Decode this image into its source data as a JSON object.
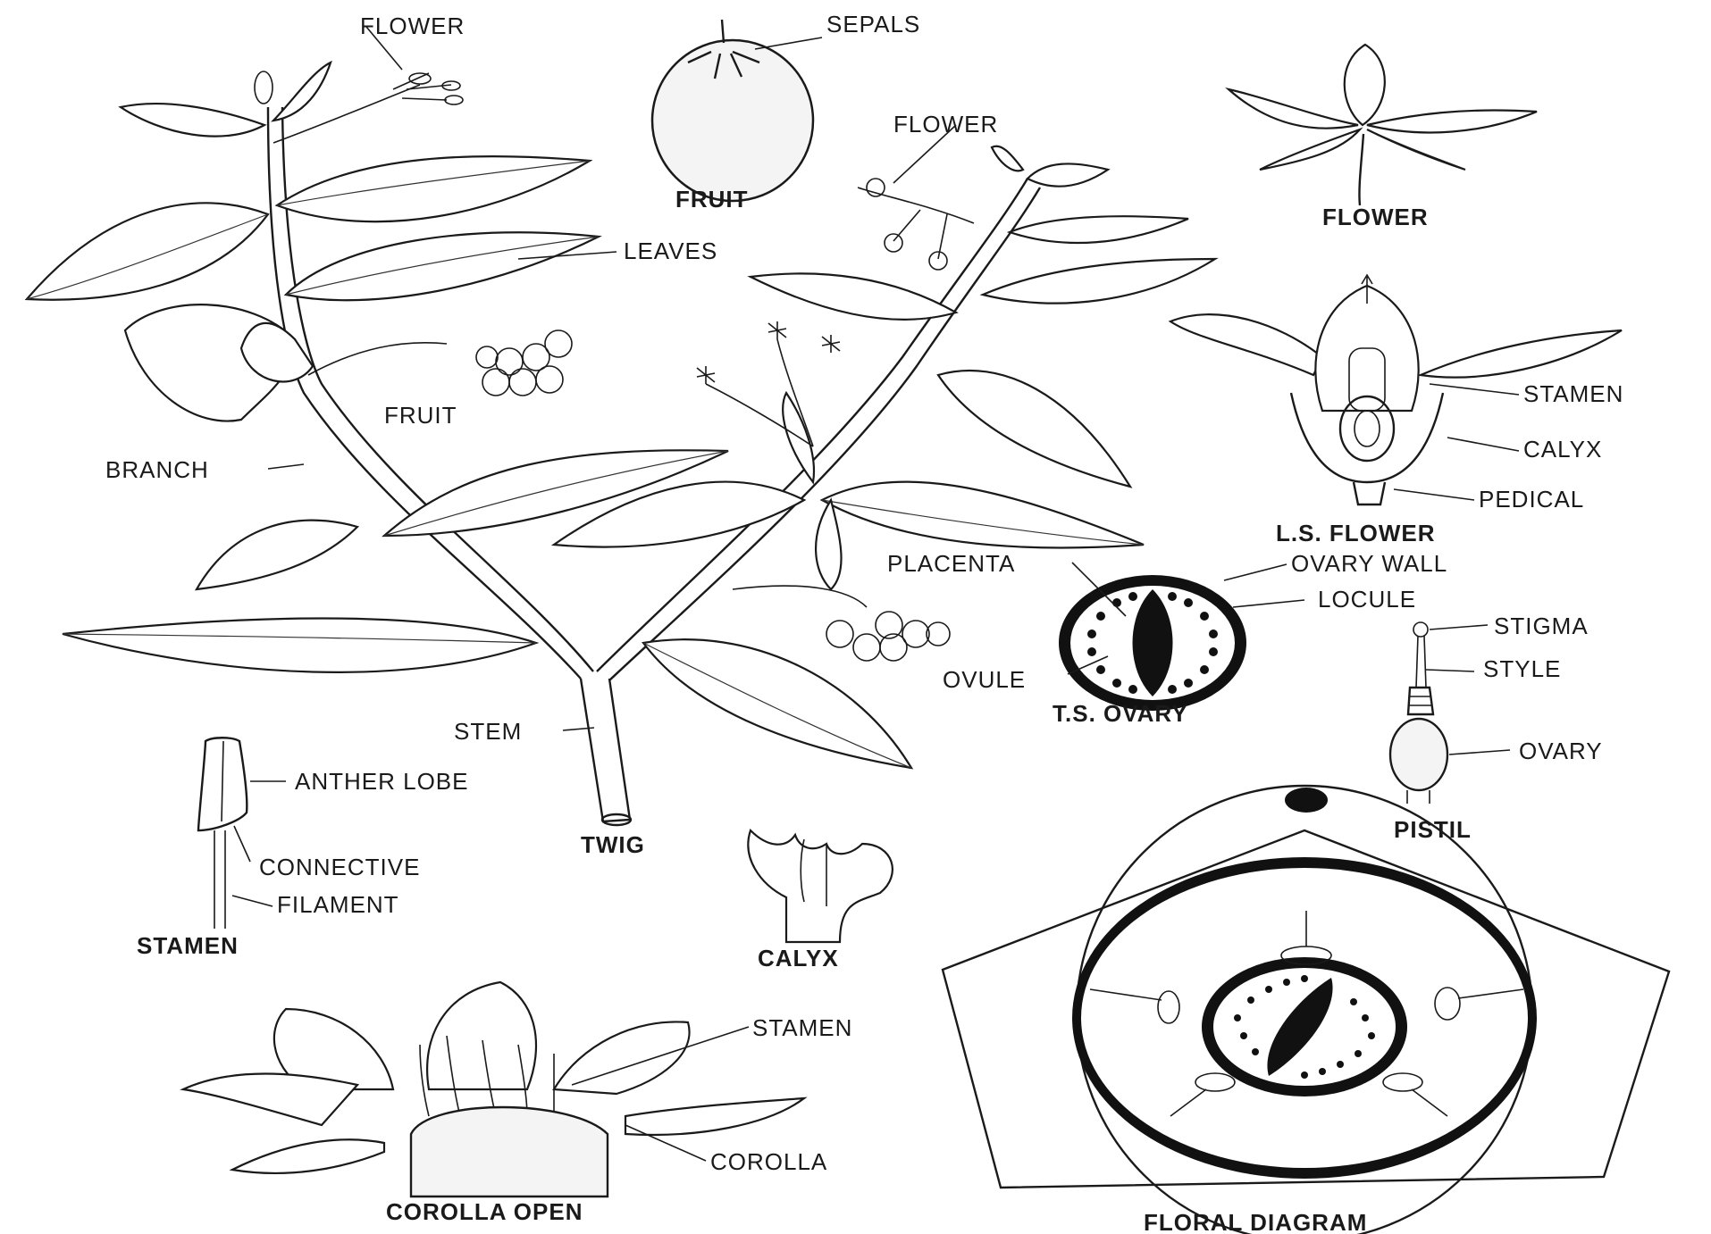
{
  "colors": {
    "ink": "#1a1a1a",
    "paper": "#ffffff"
  },
  "labels": {
    "flower_top": "FLOWER",
    "sepals": "SEPALS",
    "fruit_cap": "FRUIT",
    "flower_mid": "FLOWER",
    "flower_cap": "FLOWER",
    "leaves": "LEAVES",
    "fruit_cluster": "FRUIT",
    "branch": "BRANCH",
    "stamen_ls": "STAMEN",
    "calyx_ls": "CALYX",
    "pedical": "PEDICAL",
    "ls_flower": "L.S. FLOWER",
    "placenta": "PLACENTA",
    "ovary_wall": "OVARY WALL",
    "locule": "LOCULE",
    "ovule": "OVULE",
    "ts_ovary": "T.S. OVARY",
    "stigma": "STIGMA",
    "style": "STYLE",
    "ovary": "OVARY",
    "pistil": "PISTIL",
    "stem": "STEM",
    "anther_lobe": "ANTHER LOBE",
    "twig": "TWIG",
    "connective": "CONNECTIVE",
    "filament": "FILAMENT",
    "stamen_cap": "STAMEN",
    "calyx_cap": "CALYX",
    "stamen_corolla": "STAMEN",
    "corolla": "COROLLA",
    "corolla_open": "COROLLA OPEN",
    "floral_diagram": "FLORAL DIAGRAM"
  }
}
